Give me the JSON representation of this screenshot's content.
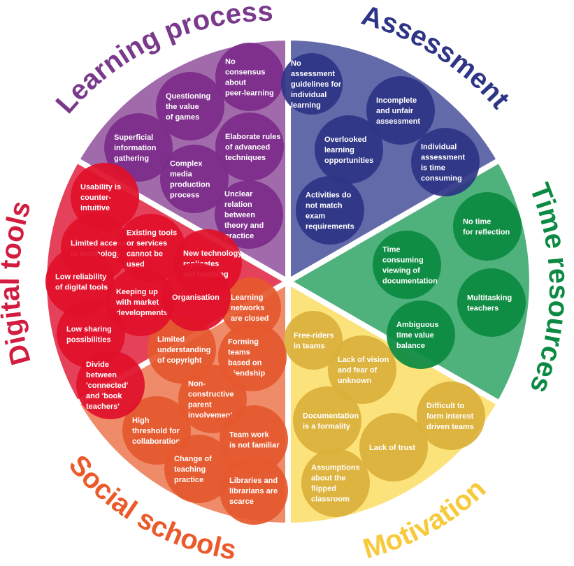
{
  "segments": [
    {
      "id": "learning-process",
      "label": "Learning process",
      "fill": "#a16bab",
      "text_color": "#7a3a8c"
    },
    {
      "id": "assessment",
      "label": "Assessment",
      "fill": "#626aaa",
      "text_color": "#2e3587"
    },
    {
      "id": "time-resources",
      "label": "Time resources",
      "fill": "#4fb27d",
      "text_color": "#0c8a43"
    },
    {
      "id": "motivation",
      "label": "Motivation",
      "fill": "#fbe27a",
      "text_color": "#f7c93b"
    },
    {
      "id": "social-schools",
      "label": "Social schools",
      "fill": "#ef8b68",
      "text_color": "#ea5a2a"
    },
    {
      "id": "digital-tools",
      "label": "Digital tools",
      "fill": "#e6415a",
      "text_color": "#d21d40"
    }
  ],
  "bubble_colors": {
    "learning-process": "#7c2c8a",
    "assessment": "#2e3585",
    "time-resources": "#0b8a3f",
    "motivation": "#dcb03b",
    "social-schools": "#e5582e",
    "digital-tools": "#e0102a"
  },
  "bubbles": {
    "learning-process": [
      "No\nconsensus\nabout\npeer-learning",
      "Questioning\nthe value\nof games",
      "Superficial\ninformation\ngathering",
      "Elaborate rules\nof advanced\ntechniques",
      "Complex\nmedia\nproduction\nprocess",
      "Unclear\nrelation\nbetween\ntheory and\npractice"
    ],
    "assessment": [
      "No\nassessment\nguidelines for\nindividual\nlearning",
      "Incomplete\nand unfair\nassessment",
      "Overlooked\nlearning\nopportunities",
      "Individual\nassessment\nis time\nconsuming",
      "Activities do\nnot match\nexam\nrequirements"
    ],
    "time-resources": [
      "No time\nfor reflection",
      "Time\nconsuming\nviewing of\ndocumentation",
      "Multitasking\nteachers",
      "Ambiguous\ntime value\nbalance"
    ],
    "motivation": [
      "Free-riders\nin teams",
      "Lack of vision\nand fear of\nunknown",
      "Difficult to\nform interest\ndriven teams",
      "Documentation\nis a formality",
      "Lack of trust",
      "Assumptions\nabout the\nflipped\nclassroom"
    ],
    "social-schools": [
      "Learning\nnetworks\nare closed",
      "Limited\nunderstanding\nof copyright",
      "Forming\nteams\nbased on\nfriendship",
      "Non-\nconstructive\nparent\ninvolvement",
      "High\nthreshold for\ncollaboration",
      "Team work\nis not familiar",
      "Change of\nteaching\npractice",
      "Libraries and\nlibrarians are\nscarce"
    ],
    "digital-tools": [
      "Usability is\ncounter-\nintuitive",
      "Limited access\nto technology",
      "Existing tools\nor services\ncannot be\nused",
      "New technology\nreplicates\nold teaching",
      "Low reliability\nof digital tools",
      "Keeping up\nwith market\ndevelopments",
      "Organisation",
      "Low sharing\npossibilities",
      "Divide\nbetween\n'connected'\nand 'book\nteachers'"
    ]
  }
}
